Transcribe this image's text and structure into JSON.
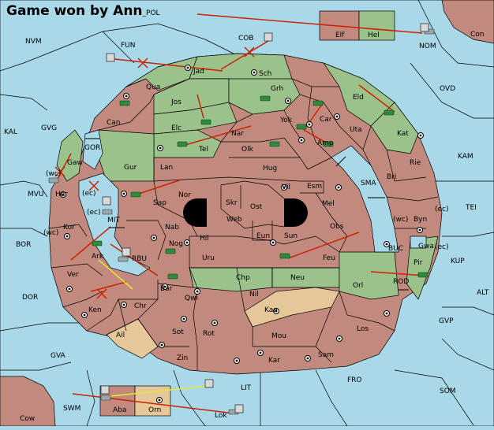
{
  "title": {
    "main": "Game won by Ann",
    "suffix": "_POL"
  },
  "colors": {
    "sea": "#a9d8e8",
    "land_owned": "#c28a7e",
    "land_other": "#9cc28c",
    "neutral": "#e6c79a",
    "order_arrow": "#cc2200",
    "support_arrow": "#e6e633"
  },
  "labels": {
    "NVM": "NVM",
    "FUN": "FUN",
    "COB": "COB",
    "NOM": "NOM",
    "Con": "Con",
    "Elf": "Elf",
    "Hel": "Hel",
    "OVD": "OVD",
    "KAL": "KAL",
    "GVG": "GVG",
    "Qua": "Qua",
    "Jad": "Jad",
    "Sch": "Sch",
    "Jos": "Jos",
    "Grh": "Grh",
    "Eld": "Eld",
    "Can": "Can",
    "Elc": "Elc",
    "Nar": "Nar",
    "Yok": "Yok",
    "Car": "Car",
    "Uta": "Uta",
    "Kat": "Kat",
    "Tel": "Tel",
    "Olk": "Olk",
    "Amp": "Amp",
    "KAM": "KAM",
    "GOR": "GOR",
    "Gaw": "Gaw",
    "Gur": "Gur",
    "Lan": "Lan",
    "Hug": "Hug",
    "Rie": "Rie",
    "Bri": "Bri",
    "wc": "(wc)",
    "ec": "(ec)",
    "MVU": "MVU",
    "Her": "Her",
    "Vil": "Vil",
    "Esm": "Esm",
    "SMA": "SMA",
    "Nor": "Nor",
    "Skr": "Skr",
    "Ost": "Ost",
    "Sap": "Sap",
    "Web": "Web",
    "Mel": "Mel",
    "TEI": "TEI",
    "Byn": "Byn",
    "MIT": "MIT",
    "Kor": "Kor",
    "Nab": "Nab",
    "Eun": "Eun",
    "Obs": "Obs",
    "BOR": "BOR",
    "Hil": "Hil",
    "Sun": "Sun",
    "Gwa": "Gwa",
    "KUP": "KUP",
    "Ark": "Ark",
    "RBU": "RBU",
    "Nog": "Nog",
    "Uru": "Uru",
    "Feu": "Feu",
    "BUC": "BUC",
    "Pir": "Pir",
    "Ver": "Ver",
    "Chp": "Chp",
    "Neu": "Neu",
    "Orl": "Orl",
    "ROD": "ROD",
    "DOR": "DOR",
    "Bar": "Bar",
    "Qwi": "Qwi",
    "Nil": "Nil",
    "ALT": "ALT",
    "Ken": "Ken",
    "Chr": "Chr",
    "Kaa": "Kaa",
    "GVP": "GVP",
    "Los": "Los",
    "Ail": "Ail",
    "Sot": "Sot",
    "Rot": "Rot",
    "Mou": "Mou",
    "GVA": "GVA",
    "Zin": "Zin",
    "Kar": "Kar",
    "Sam": "Sam",
    "FRO": "FRO",
    "LIT": "LIT",
    "SOM": "SOM",
    "SWM": "SWM",
    "Aba": "Aba",
    "Orn": "Orn",
    "Lok": "Lok",
    "Cow": "Cow"
  }
}
